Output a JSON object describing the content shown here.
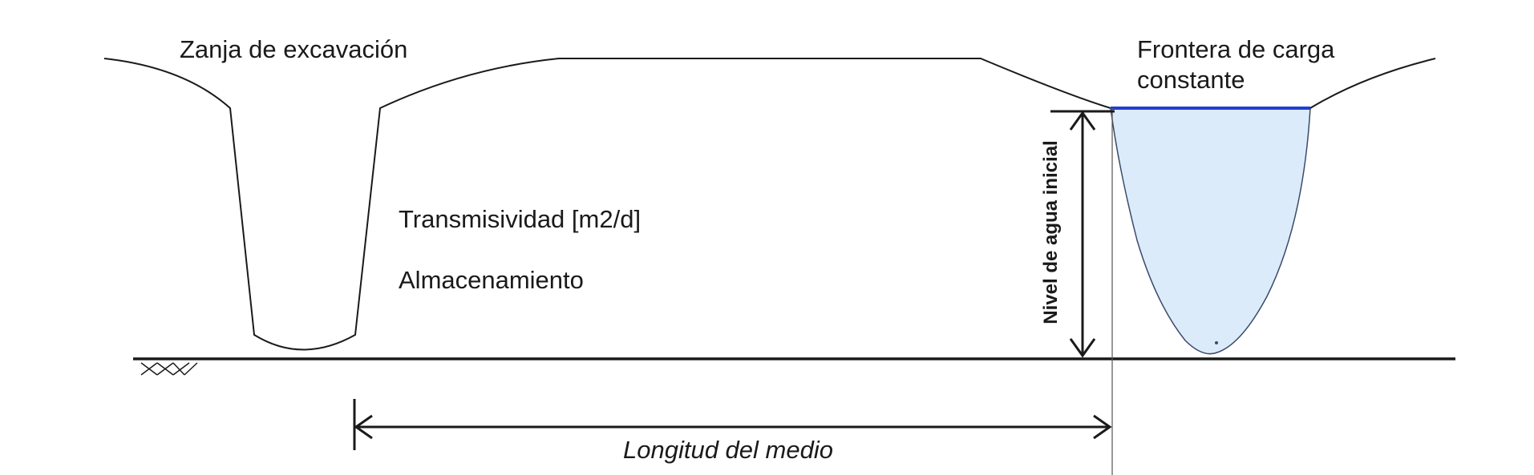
{
  "labels": {
    "trench": "Zanja de excavación",
    "boundary_line1": "Frontera de carga",
    "boundary_line2": "constante",
    "transmissivity": "Transmisividad [m2/d]",
    "storage": "Almacenamiento",
    "initial_water_level": "Nivel de agua inicial",
    "medium_length": "Longitud del medio"
  },
  "colors": {
    "line": "#1a1a1a",
    "water_fill": "#dcebfa",
    "water_surface": "#1f3fd6",
    "water_outline": "#3a4a6a"
  }
}
